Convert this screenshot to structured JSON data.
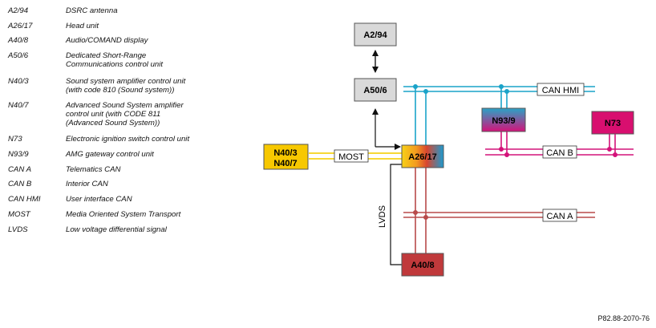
{
  "legend": [
    {
      "code": "A2/94",
      "desc": "DSRC antenna"
    },
    {
      "code": "A26/17",
      "desc": "Head unit"
    },
    {
      "code": "A40/8",
      "desc": "Audio/COMAND display"
    },
    {
      "code": "A50/6",
      "desc": "Dedicated Short-Range\nCommunications control unit"
    },
    {
      "code": "N40/3",
      "desc": "Sound system amplifier control unit\n(with code 810 (Sound system))"
    },
    {
      "code": "N40/7",
      "desc": "Advanced Sound System amplifier\ncontrol unit (with CODE 811\n(Advanced Sound System))"
    },
    {
      "code": "N73",
      "desc": "Electronic ignition switch control unit"
    },
    {
      "code": "N93/9",
      "desc": "AMG gateway control unit"
    },
    {
      "code": "CAN A",
      "desc": "Telematics CAN"
    },
    {
      "code": "CAN B",
      "desc": "Interior CAN"
    },
    {
      "code": "CAN HMI",
      "desc": "User interface CAN"
    },
    {
      "code": "MOST",
      "desc": "Media Oriented System Transport"
    },
    {
      "code": "LVDS",
      "desc": "Low voltage differential signal"
    }
  ],
  "diagram": {
    "nodes": {
      "a2_94": "A2/94",
      "a50_6": "A50/6",
      "a26_17": "A26/17",
      "n40": "N40/3\nN40/7",
      "n93_9": "N93/9",
      "n73": "N73",
      "a40_8": "A40/8"
    },
    "bus_labels": {
      "most": "MOST",
      "can_hmi": "CAN HMI",
      "can_b": "CAN B",
      "can_a": "CAN A",
      "lvds": "LVDS"
    },
    "colors": {
      "can_hmi": "#1aa3c9",
      "can_b": "#d4137a",
      "can_a": "#b84a4a",
      "most": "#f5d21a",
      "grey_box": "#d9d9d9",
      "n73": "#d80f6f",
      "a40_8": "#c0393b"
    }
  },
  "ref": "P82.88-2070-76"
}
